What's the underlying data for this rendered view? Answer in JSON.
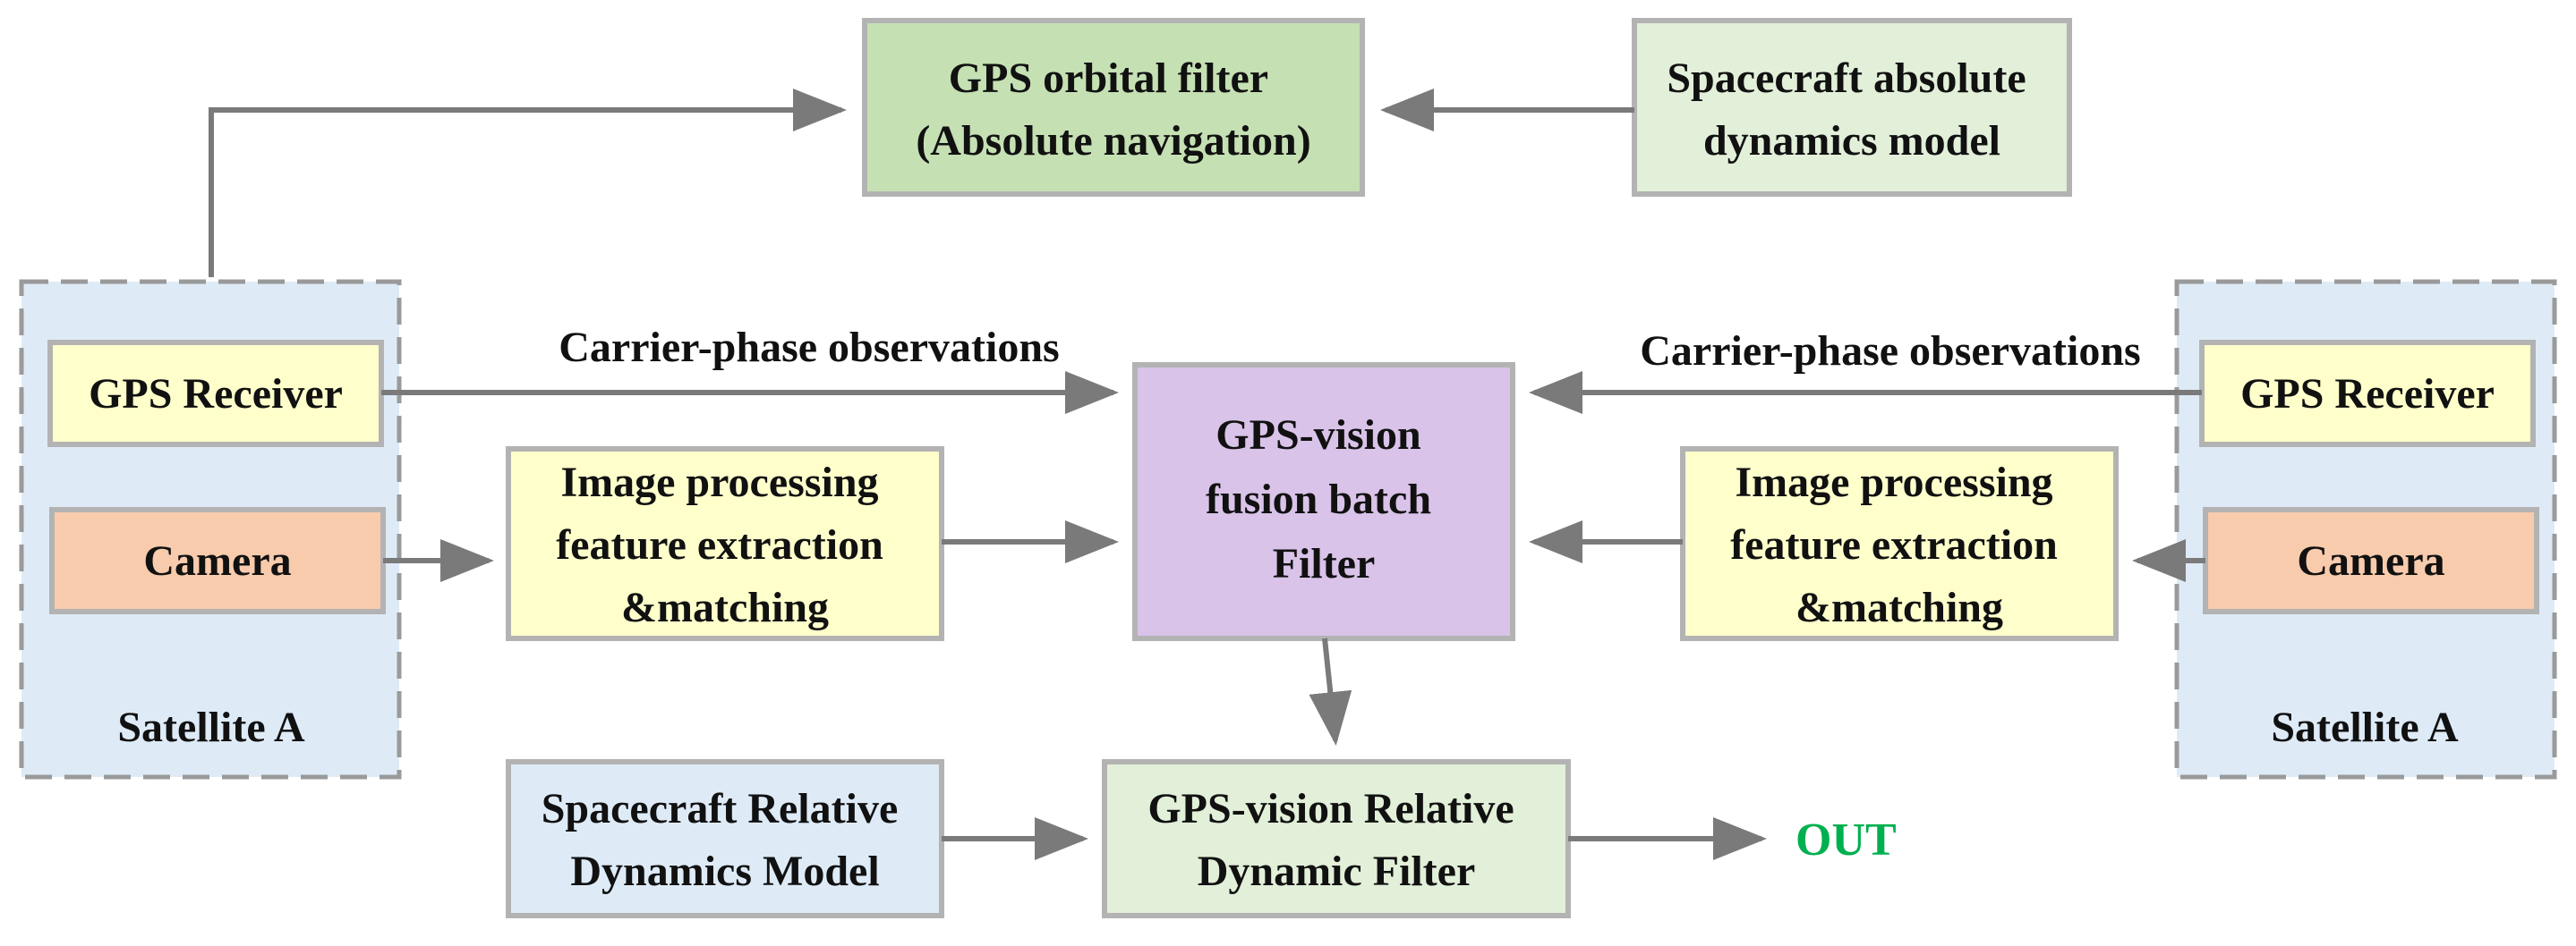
{
  "colors": {
    "gps_orbital_fill": "#c5e0b3",
    "abs_dynamics_fill": "#e2efd9",
    "fusion_fill": "#d9c3e9",
    "yellow_fill": "#ffffcc",
    "camera_fill": "#f8cbad",
    "satellite_fill": "#deebf7",
    "rel_model_fill": "#deebf7",
    "rel_filter_fill": "#e2efd9",
    "arrow": "#7a7a7a",
    "border": "#b3b3b3",
    "out_text": "#00b050"
  },
  "boxes": {
    "gps_orbital_filter": [
      "GPS orbital filter",
      "(Absolute navigation)"
    ],
    "abs_dynamics_model": [
      "Spacecraft absolute",
      "dynamics model"
    ],
    "left_satellite_label": "Satellite A",
    "right_satellite_label": "Satellite A",
    "left_gps_receiver": "GPS Receiver",
    "right_gps_receiver": "GPS Receiver",
    "left_camera": "Camera",
    "right_camera": "Camera",
    "left_image_processing": [
      "Image processing",
      "feature extraction",
      "&matching"
    ],
    "right_image_processing": [
      "Image processing",
      "feature extraction",
      "&matching"
    ],
    "fusion_filter": [
      "GPS-vision",
      "fusion batch",
      "Filter"
    ],
    "rel_dynamics_model": [
      "Spacecraft Relative",
      "Dynamics Model"
    ],
    "rel_dynamic_filter": [
      "GPS-vision Relative",
      "Dynamic Filter"
    ]
  },
  "labels": {
    "left_carrier": "Carrier-phase observations",
    "right_carrier": "Carrier-phase observations",
    "out": "OUT"
  }
}
